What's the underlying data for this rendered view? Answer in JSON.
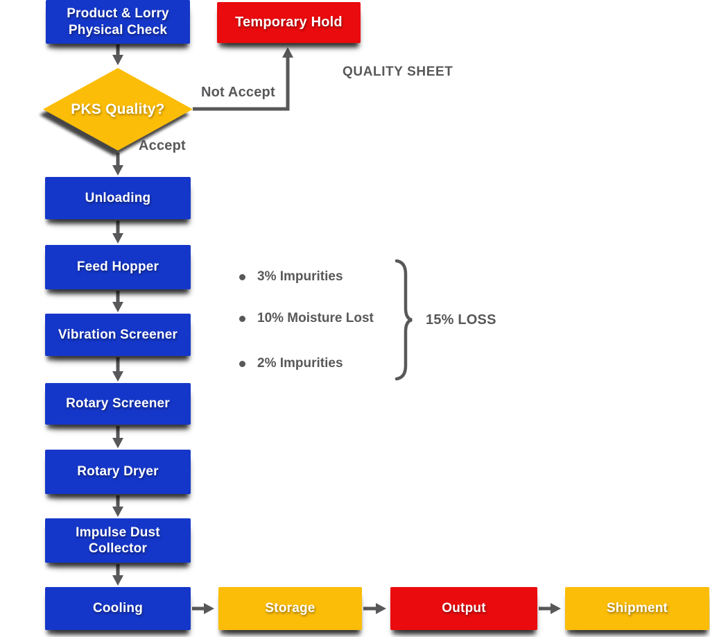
{
  "colors": {
    "blue": "#1537C9",
    "yellow": "#FCBD08",
    "red": "#EA0B0E",
    "gray": "#58585A",
    "background": "#FFFFFF",
    "node_text": "#FFFFFF"
  },
  "diagram": {
    "nodes": {
      "product_check": "Product & Lorry Physical Check",
      "temporary_hold": "Temporary Hold",
      "pks_quality": "PKS Quality?",
      "unloading": "Unloading",
      "feed_hopper": "Feed Hopper",
      "vibration_screener": "Vibration Screener",
      "rotary_screener": "Rotary Screener",
      "rotary_dryer": "Rotary Dryer",
      "impulse_dust_collector": "Impulse Dust Collector",
      "cooling": "Cooling",
      "storage": "Storage",
      "output": "Output",
      "shipment": "Shipment"
    },
    "edge_labels": {
      "not_accept": "Not Accept",
      "accept": "Accept"
    },
    "annotations": {
      "quality_sheet": "QUALITY SHEET",
      "loss_items": [
        "3% Impurities",
        "10% Moisture Lost",
        "2% Impurities"
      ],
      "loss_total": "15% LOSS"
    }
  }
}
